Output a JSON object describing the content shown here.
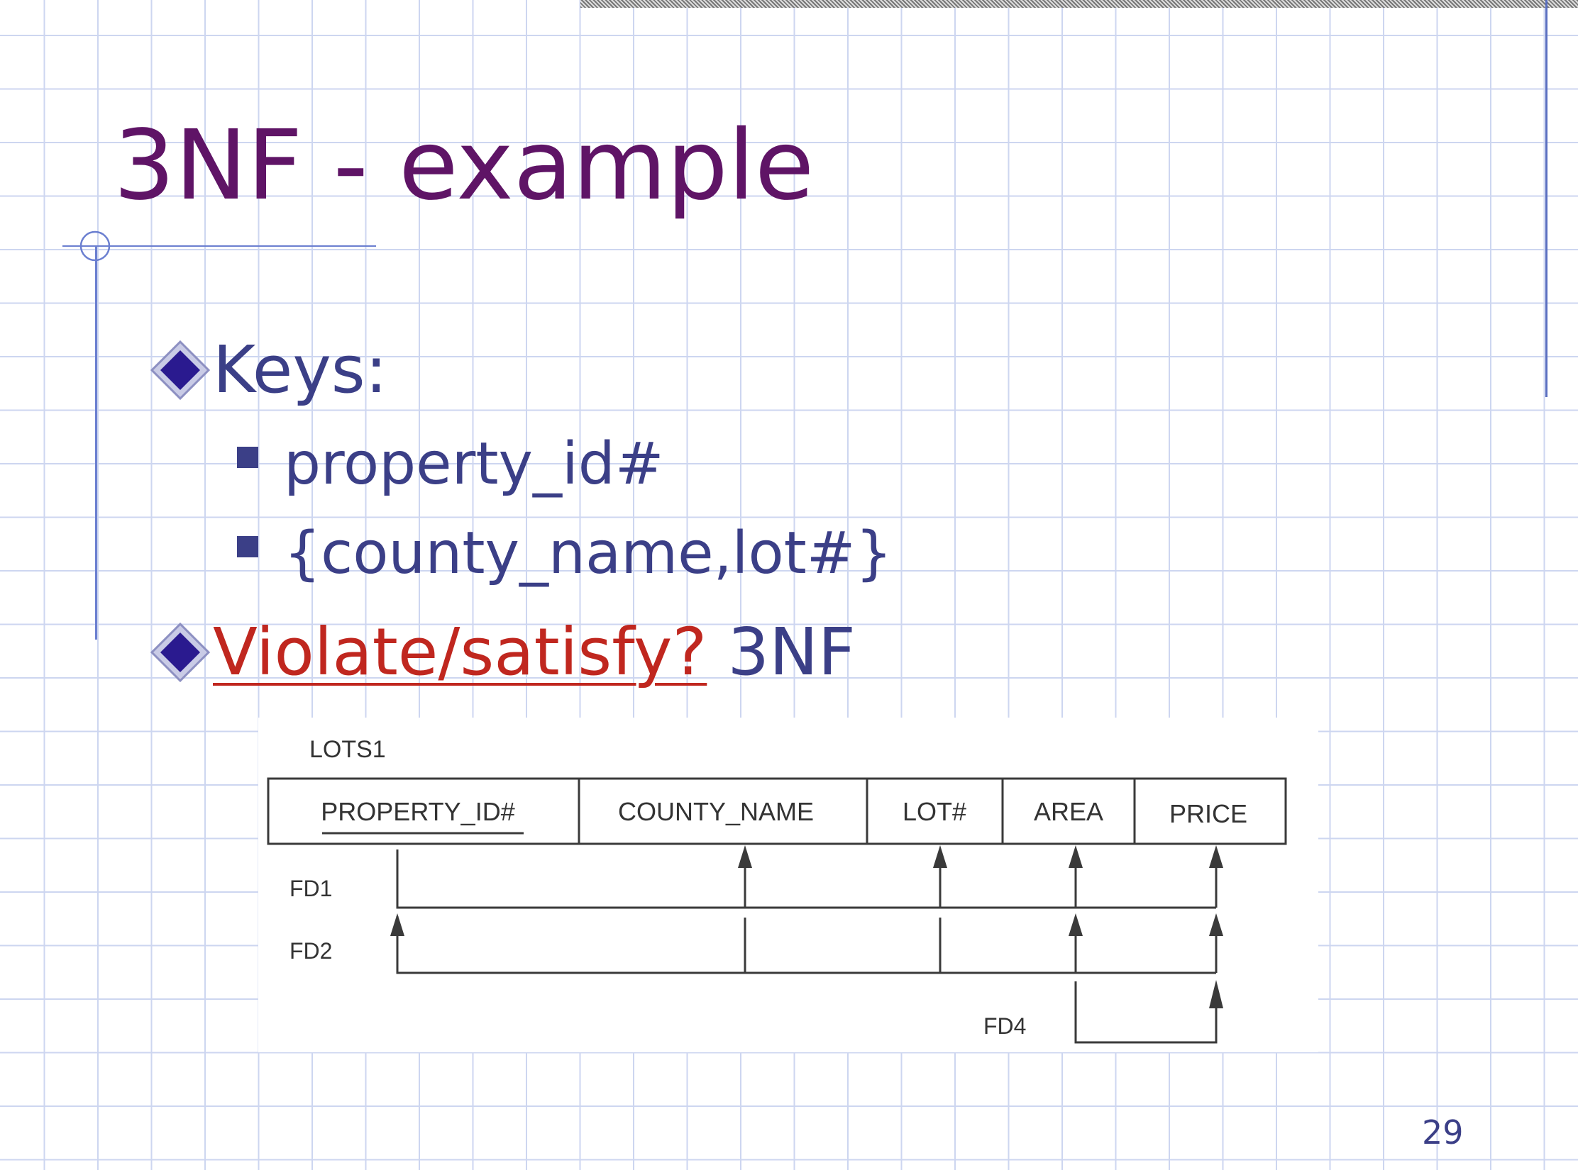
{
  "slide": {
    "title": "3NF - example",
    "page_number": "29"
  },
  "bullets": {
    "keys_label": "Keys:",
    "keys": [
      "property_id#",
      "{county_name,lot#}"
    ],
    "question_link": "Violate/satisfy?",
    "question_suffix": " 3NF"
  },
  "diagram": {
    "relation_name": "LOTS1",
    "attributes": [
      "PROPERTY_ID#",
      "COUNTY_NAME",
      "LOT#",
      "AREA",
      "PRICE"
    ],
    "key_attribute": "PROPERTY_ID#",
    "dependencies": [
      {
        "label": "FD1",
        "lhs": [
          "PROPERTY_ID#"
        ],
        "rhs": [
          "COUNTY_NAME",
          "LOT#",
          "AREA",
          "PRICE"
        ]
      },
      {
        "label": "FD2",
        "lhs": [
          "COUNTY_NAME",
          "LOT#"
        ],
        "rhs": [
          "PROPERTY_ID#",
          "AREA",
          "PRICE"
        ]
      },
      {
        "label": "FD4",
        "lhs": [
          "AREA"
        ],
        "rhs": [
          "PRICE"
        ]
      }
    ]
  },
  "colors": {
    "title": "#5f1466",
    "body_text": "#3b3f87",
    "link": "#c0271f",
    "grid": "#cdd6f0",
    "accent_rule": "#6b7fd0"
  }
}
